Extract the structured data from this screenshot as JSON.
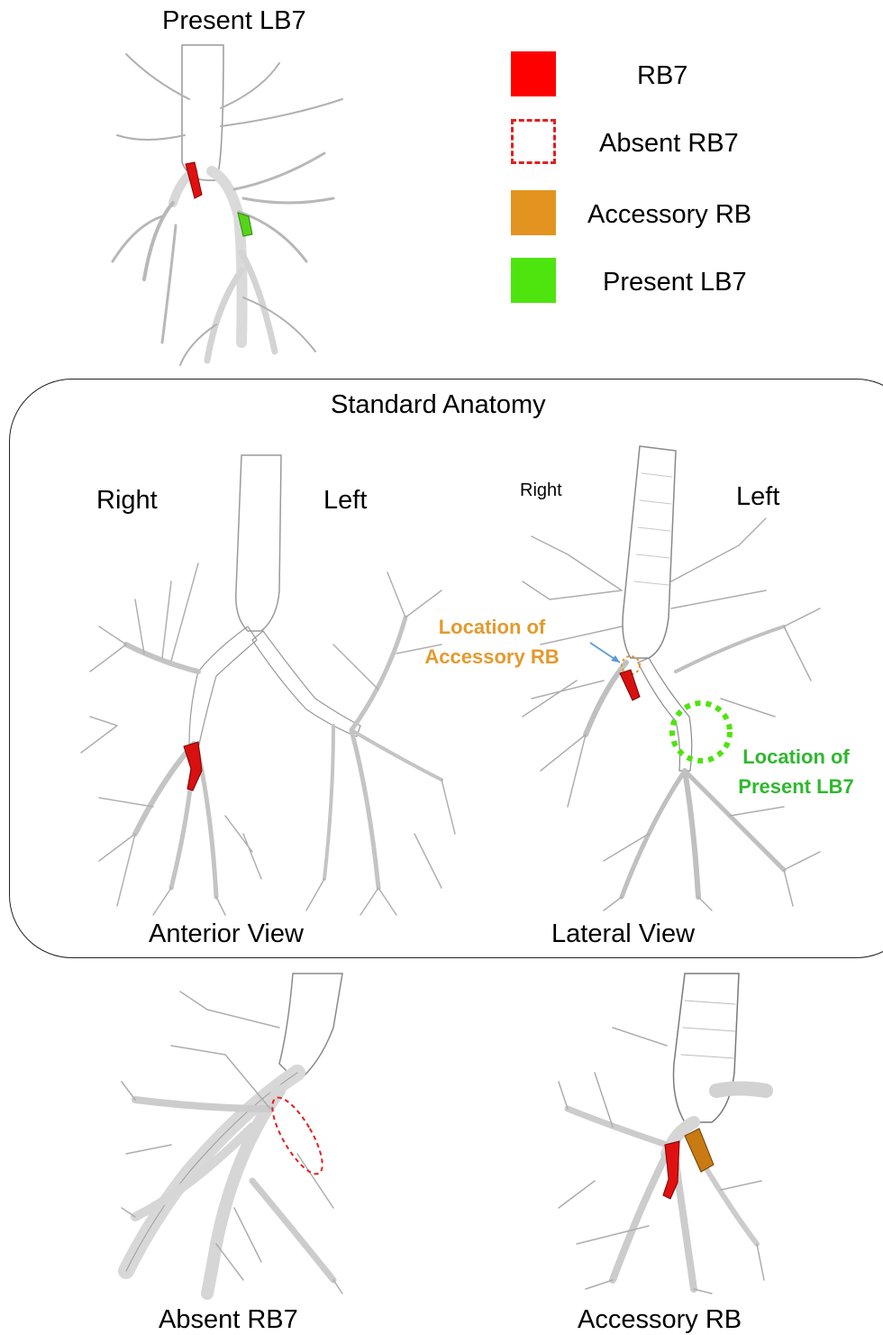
{
  "top": {
    "caption": "Present LB7"
  },
  "legend": [
    {
      "label": "RB7",
      "style": "solid",
      "color": "#ff0000"
    },
    {
      "label": "Absent RB7",
      "style": "dashed",
      "color": "#e02020"
    },
    {
      "label": "Accessory RB",
      "style": "solid",
      "color": "#e39420"
    },
    {
      "label": "Present LB7",
      "style": "solid",
      "color": "#4ee40e"
    }
  ],
  "standard": {
    "title": "Standard Anatomy",
    "anterior": {
      "right_label": "Right",
      "left_label": "Left",
      "caption": "Anterior View"
    },
    "lateral": {
      "right_label": "Right",
      "left_label": "Left",
      "caption": "Lateral View",
      "accessory_note_line1": "Location of",
      "accessory_note_line2": "Accessory RB",
      "lb7_note_line1": "Location of",
      "lb7_note_line2": "Present LB7"
    }
  },
  "bottom": {
    "left_caption": "Absent RB7",
    "right_caption": "Accessory RB"
  },
  "colors": {
    "airway_fill": "#e2e2e2",
    "airway_stroke": "#8a8a8a",
    "rb7": "#e01010",
    "accessory": "#c97a12",
    "lb7": "#55d41a",
    "accessory_text": "#e39a2e",
    "lb7_text": "#2fb82f",
    "arrow": "#5b9bd5"
  }
}
